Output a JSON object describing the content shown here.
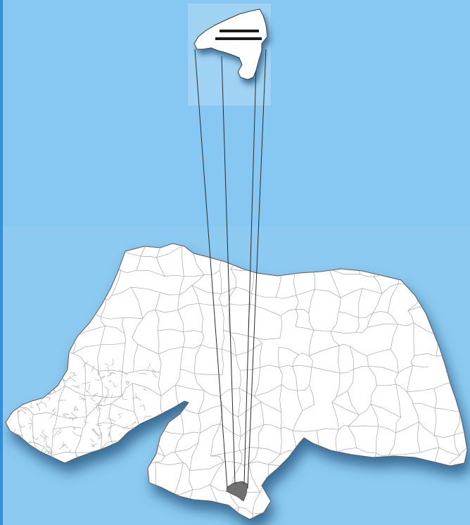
{
  "map": {
    "type": "locator-map",
    "colors": {
      "sea_upper": "#86c8f2",
      "sea_lower": "#8ccaf1",
      "left_edge": "#2f8fe0",
      "inset_panel": "#a9d6f3",
      "land": "#ffffff",
      "boundary": "#a6a6a6",
      "outline": "#5a5a5a",
      "highlight": "#6f6f6f",
      "leader_line": "#2b2b2b",
      "inset_bar": "#1a1a1a",
      "shadow": "#1d4f78"
    },
    "layers": {
      "main_state": "municipality-boundaries",
      "highlighted_municipality": "selected-municipality",
      "inset": "enlarged-municipality",
      "leader_lines": 4
    }
  }
}
